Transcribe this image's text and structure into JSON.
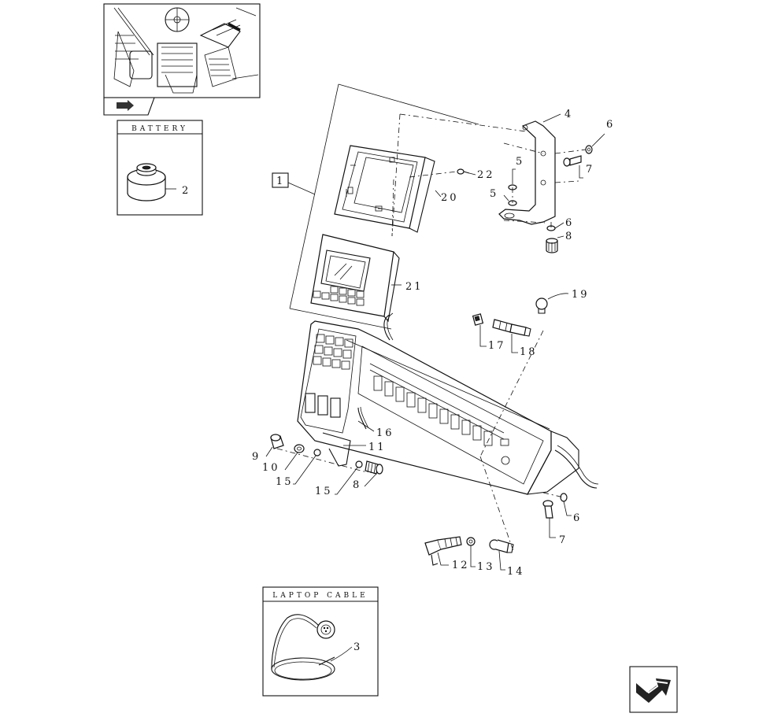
{
  "inset_boxes": {
    "battery_title": "BATTERY",
    "laptop_cable_title": "LAPTOP CABLE"
  },
  "callouts": {
    "c1": "1",
    "c2": "2",
    "c3": "3",
    "c4": "4",
    "c5a": "5",
    "c5b": "5",
    "c6a": "6",
    "c6b": "6",
    "c6c": "6",
    "c7a": "7",
    "c7b": "7",
    "c8a": "8",
    "c8b": "8",
    "c9": "9",
    "c10": "10",
    "c11": "11",
    "c12": "12",
    "c13": "13",
    "c14": "14",
    "c15a": "15",
    "c15b": "15",
    "c16": "16",
    "c17": "17",
    "c18": "18",
    "c19": "19",
    "c20": "20",
    "c21": "21",
    "c22": "22"
  },
  "icons": {
    "prev": "back-arrow-icon",
    "next": "forward-arrow-icon"
  }
}
